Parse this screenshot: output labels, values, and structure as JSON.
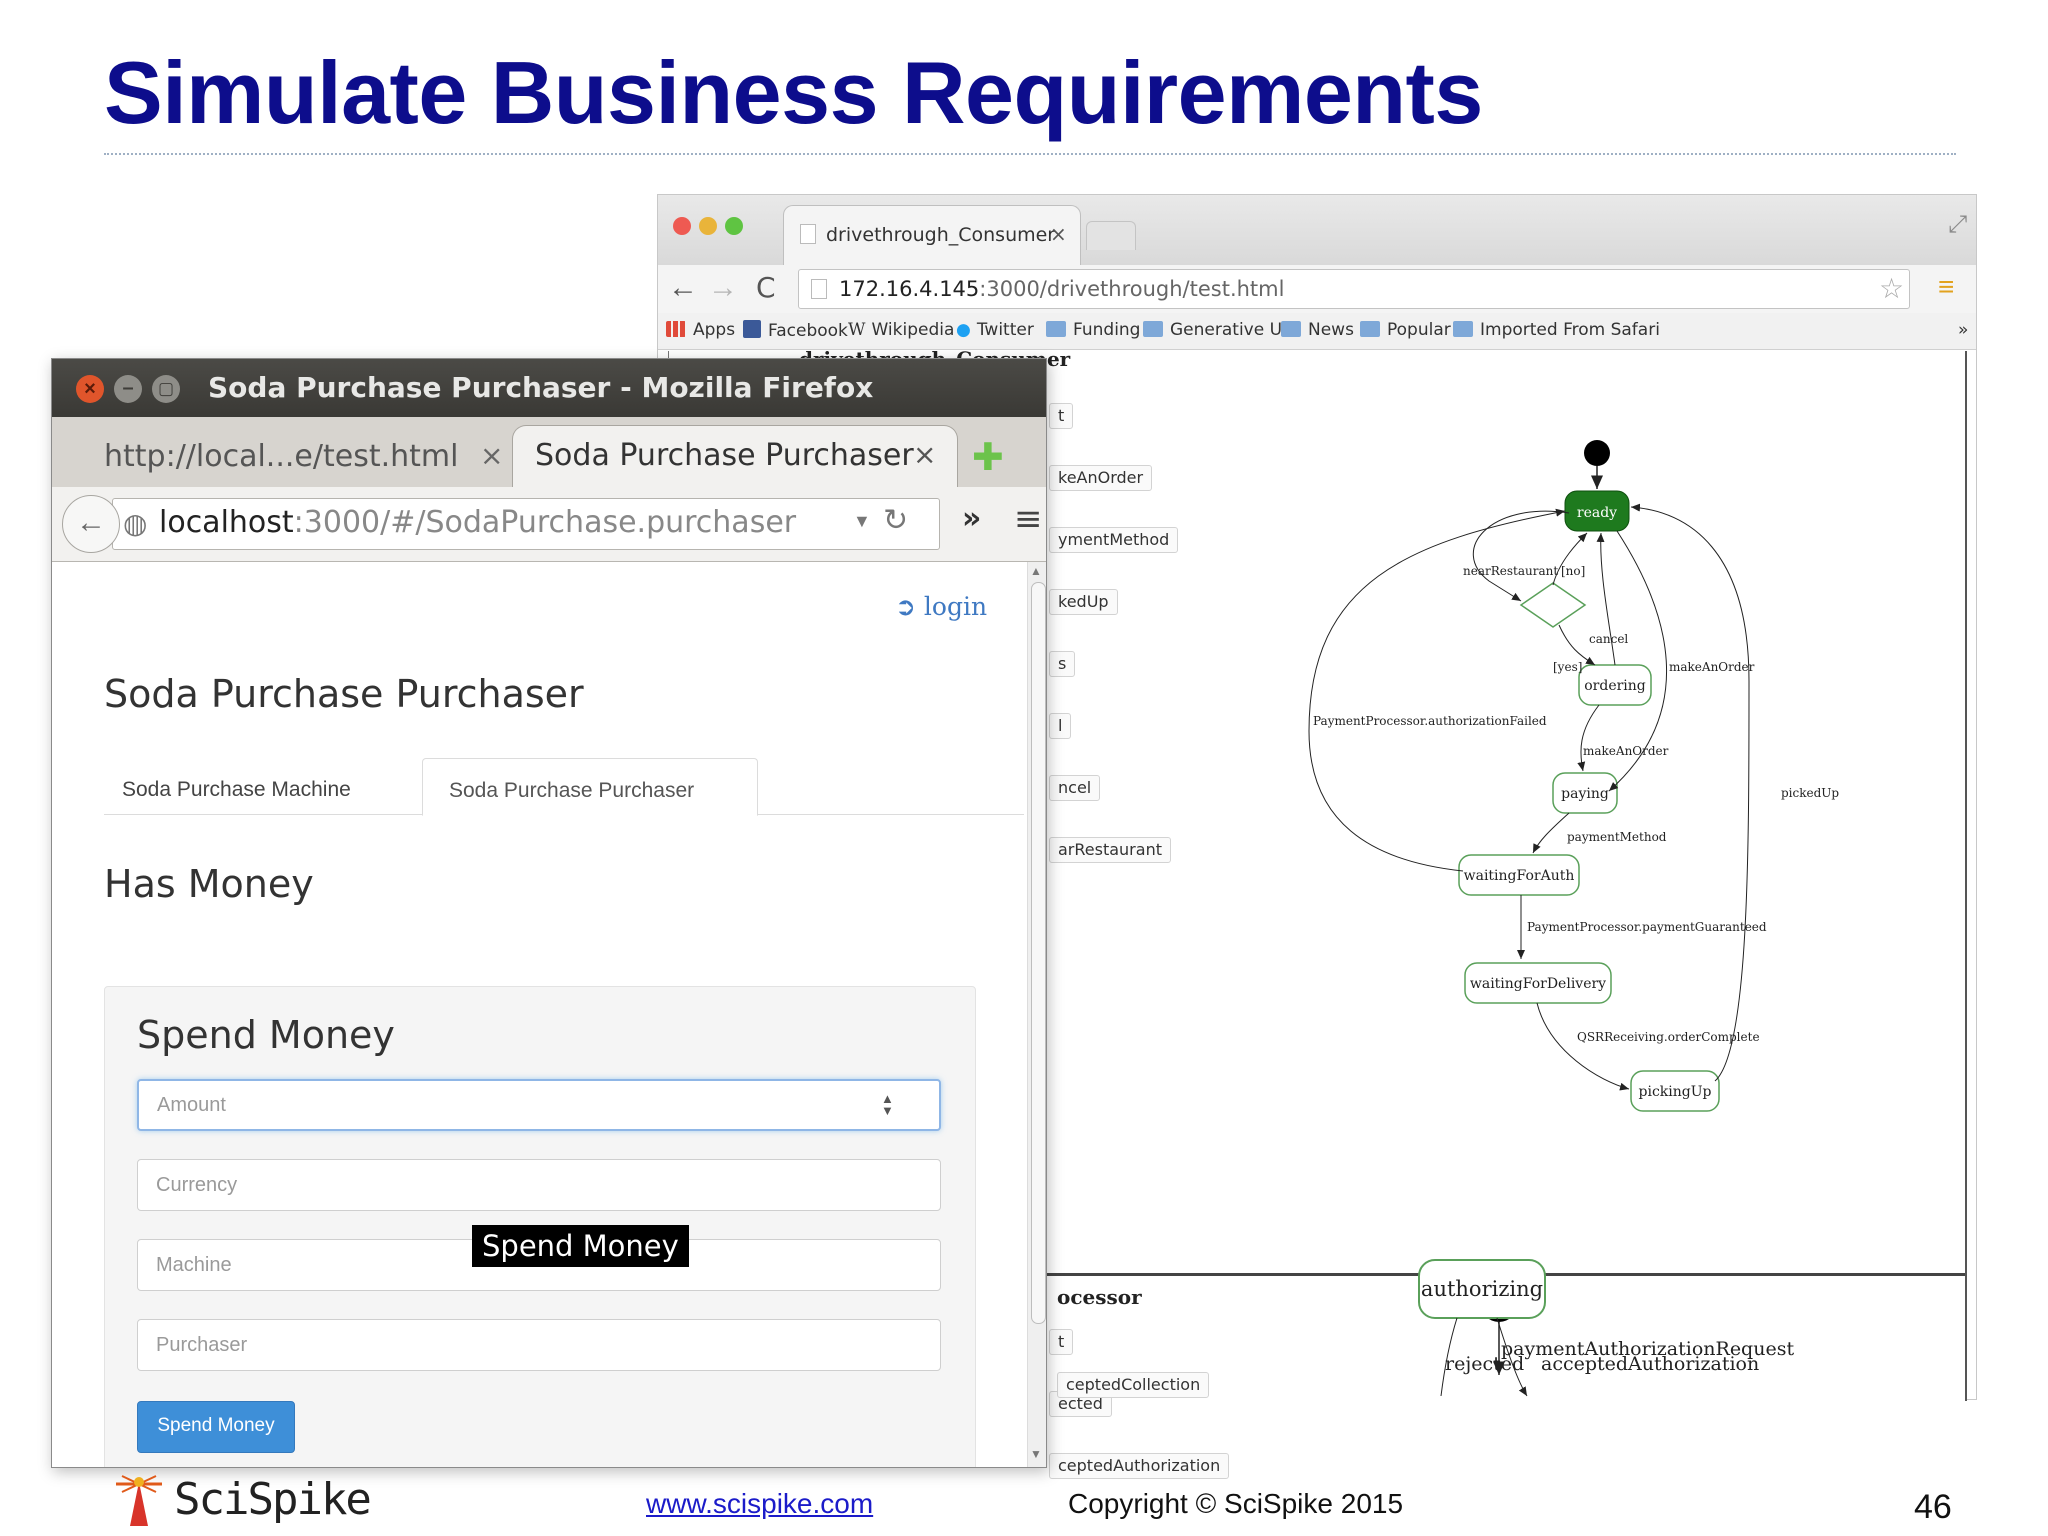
{
  "slide": {
    "title": "Simulate Business Requirements",
    "footer": {
      "logo_text": "SciSpike",
      "url": "www.scispike.com",
      "copyright": "Copyright © SciSpike 2015",
      "page_number": "46"
    }
  },
  "chrome": {
    "tab_title": "drivethrough_Consumer",
    "tab_close": "×",
    "url_host": "172.16.4.145",
    "url_path": ":3000/drivethrough/test.html",
    "bookmarks": [
      "Apps",
      "Facebook",
      "Wikipedia",
      "Twitter",
      "Funding",
      "Generative U/I",
      "News",
      "Popular",
      "Imported From Safari"
    ],
    "bookmarks_more": "»",
    "content": {
      "consumer_header": "drivethrough_Consumer",
      "processor_header": "ocessor",
      "event_buttons_top": [
        "t",
        "keAnOrder",
        "ymentMethod",
        "kedUp",
        "s",
        "l",
        "ncel",
        "arRestaurant"
      ],
      "event_buttons_bottom": [
        "t",
        "ected",
        "ceptedAuthorization",
        "ceptedCollection"
      ],
      "statechart_consumer": {
        "states": [
          "ready",
          "ordering",
          "paying",
          "waitingForAuth",
          "waitingForDelivery",
          "pickingUp"
        ],
        "transitions": [
          "nearRestaurant",
          "[no]",
          "cancel",
          "[yes]",
          "makeAnOrder",
          "PaymentProcessor.authorizationFailed",
          "makeAnOrder",
          "pickedUp",
          "paymentMethod",
          "PaymentProcessor.paymentGuaranteed",
          "QSRReceiving.orderComplete"
        ]
      },
      "statechart_processor": {
        "states": [
          "authorizing"
        ],
        "transitions": [
          "paymentAuthorizationRequest",
          "rejected",
          "acceptedAuthorization"
        ]
      }
    },
    "colors": {
      "active_state": "#1e7a1e",
      "mac_close": "#ee5a52",
      "mac_min": "#e9b43a",
      "mac_max": "#5fc442"
    }
  },
  "firefox": {
    "window_title": "Soda Purchase Purchaser - Mozilla Firefox",
    "tabs": [
      {
        "title": "http://local...e/test.html",
        "close": "×"
      },
      {
        "title": "Soda Purchase Purchaser",
        "close": "×"
      }
    ],
    "new_tab_icon": "plus-icon",
    "url_host": "localhost",
    "url_path": ":3000/#/SodaPurchase.purchaser",
    "page": {
      "login_label": "login",
      "heading": "Soda Purchase Purchaser",
      "nav_tabs": [
        "Soda Purchase Machine",
        "Soda Purchase Purchaser"
      ],
      "active_tab": "Soda Purchase Purchaser",
      "state_heading": "Has Money",
      "form": {
        "title": "Spend Money",
        "amount_placeholder": "Amount",
        "currency_placeholder": "Currency",
        "machine_placeholder": "Machine",
        "purchaser_placeholder": "Purchaser",
        "submit_label": "Spend Money"
      },
      "tooltip": "Spend Money"
    }
  }
}
